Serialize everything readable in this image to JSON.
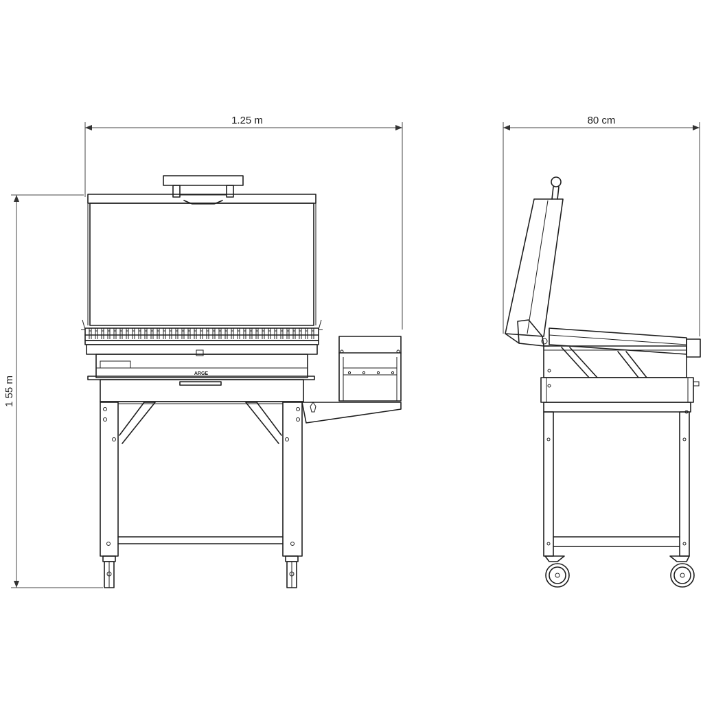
{
  "dimensions": {
    "front_width": "1.25 m",
    "side_depth": "80 cm",
    "height": "1 55 m"
  },
  "brand_mark": "ARGE",
  "views": {
    "front": {
      "name": "front-elevation"
    },
    "side": {
      "name": "side-elevation"
    }
  },
  "colors": {
    "line": "#1e1e1e",
    "background": "#ffffff"
  }
}
